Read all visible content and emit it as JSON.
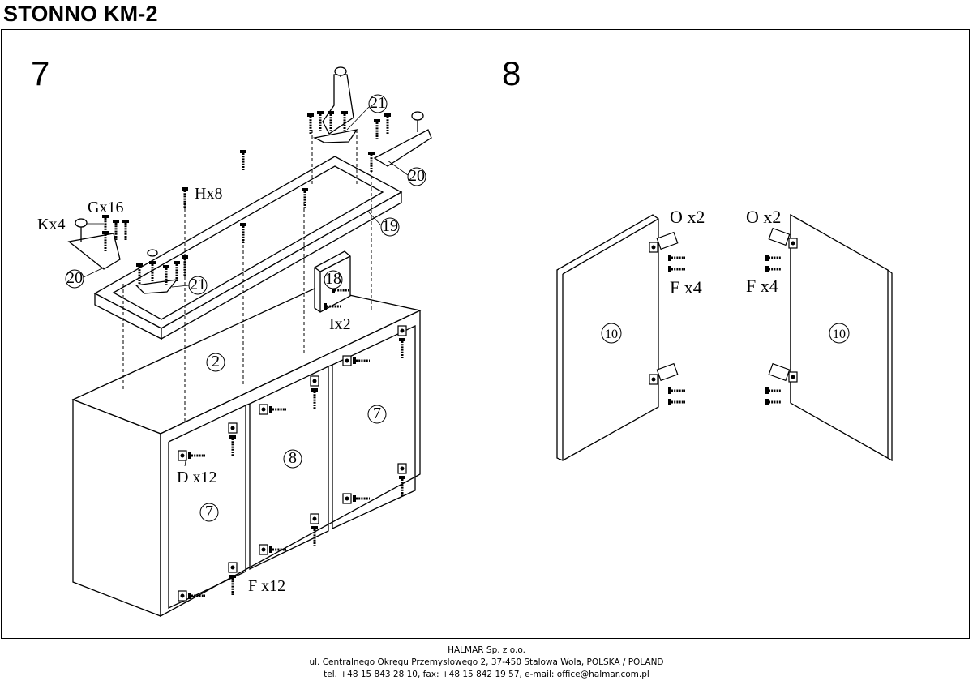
{
  "document": {
    "title": "STONNO KM-2"
  },
  "steps": [
    {
      "number": "7",
      "parts": {
        "p2": "2",
        "p7a": "7",
        "p7b": "7",
        "p8": "8",
        "p18": "18",
        "p19": "19",
        "p20a": "20",
        "p20b": "20",
        "p21a": "21",
        "p21b": "21"
      },
      "hardware": {
        "kx4": "Kx4",
        "gx16": "Gx16",
        "hx8": "Hx8",
        "ix2": "Ix2",
        "dx12": "D x12",
        "fx12": "F x12"
      }
    },
    {
      "number": "8",
      "parts": {
        "p10a": "10",
        "p10b": "10"
      },
      "hardware": {
        "ox2a": "O x2",
        "ox2b": "O x2",
        "fx4a": "F x4",
        "fx4b": "F x4"
      }
    }
  ],
  "footer": {
    "company": "HALMAR Sp. z o.o.",
    "address": "ul. Centralnego Okręgu Przemysłowego 2, 37-450 Stalowa Wola, POLSKA / POLAND",
    "contact": "tel. +48 15 843 28 10, fax: +48 15 842 19 57, e-mail: office@halmar.com.pl"
  }
}
